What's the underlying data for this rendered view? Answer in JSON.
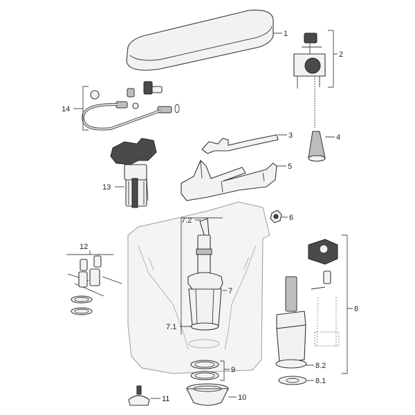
{
  "labels": {
    "l1": "1",
    "l2": "2",
    "l3": "3",
    "l4": "4",
    "l5": "5",
    "l6": "6",
    "l7": "7",
    "l7_1": "7.1",
    "l7_2": "7.2",
    "l8": "8",
    "l8_1": "8.1",
    "l8_2": "8.2",
    "l9": "9",
    "l10": "10",
    "l11": "11",
    "l12": "12",
    "l13": "13",
    "l14": "14"
  },
  "colors": {
    "outline": "#333333",
    "fill_light": "#f2f2f2",
    "fill_dark": "#4a4a4a",
    "tank_outline": "#9a9a9a"
  }
}
